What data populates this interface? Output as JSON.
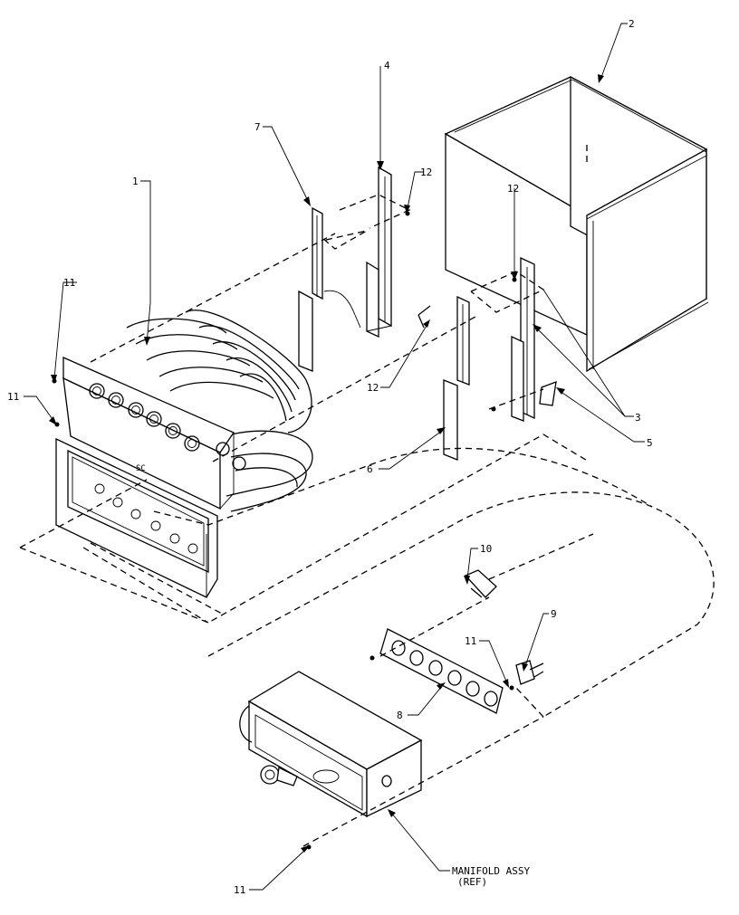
{
  "callouts": {
    "c1": "1",
    "c2": "2",
    "c3": "3",
    "c4": "4",
    "c5": "5",
    "c6": "6",
    "c7": "7",
    "c8": "8",
    "c9": "9",
    "c10": "10",
    "c11a": "11",
    "c11b": "11",
    "c11c": "11",
    "c11d": "11",
    "c12a": "12",
    "c12b": "12",
    "c12c": "12"
  },
  "manifold": {
    "line1": "MANIFOLD ASSY",
    "line2": "(REF)"
  }
}
